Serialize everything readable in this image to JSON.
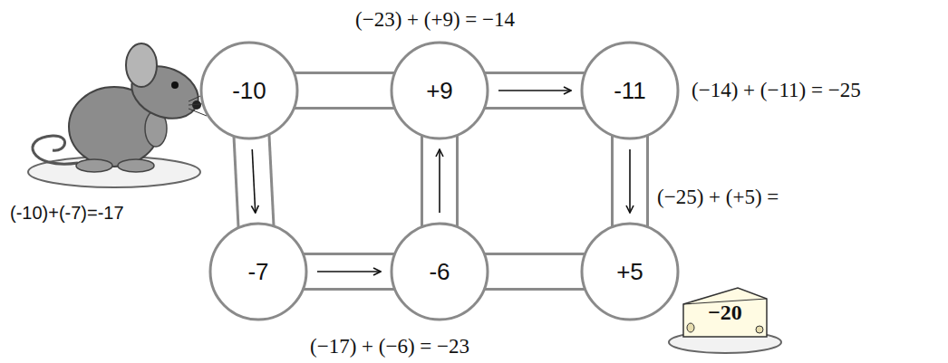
{
  "diagram": {
    "nodes": [
      {
        "text": [
          "-10"
        ]
      },
      {
        "text": [
          "+9"
        ]
      },
      {
        "text": [
          "-11"
        ]
      },
      {
        "text": [
          "-7"
        ]
      },
      {
        "text": [
          "-6"
        ]
      },
      {
        "text": [
          "+5"
        ]
      },
      {
        "text": [
          "−20"
        ]
      }
    ],
    "edges": [
      {
        "from": 0,
        "to": 3,
        "arrow": "to"
      },
      {
        "from": 3,
        "to": 4,
        "arrow": "to"
      },
      {
        "from": 4,
        "to": 1,
        "arrow": "to"
      },
      {
        "from": 1,
        "to": 2,
        "arrow": "to"
      },
      {
        "from": 2,
        "to": 5,
        "arrow": "to"
      },
      {
        "from": 0,
        "to": 1,
        "arrow": "none"
      },
      {
        "from": 4,
        "to": 5,
        "arrow": "none"
      }
    ],
    "labels": [
      "(−23) + (+9) = −14",
      "(−14) + (−11) = −25",
      "(-10)+(-7)=-17",
      "(−25) + (+5) =",
      "(−17) + (−6) = −23"
    ]
  }
}
